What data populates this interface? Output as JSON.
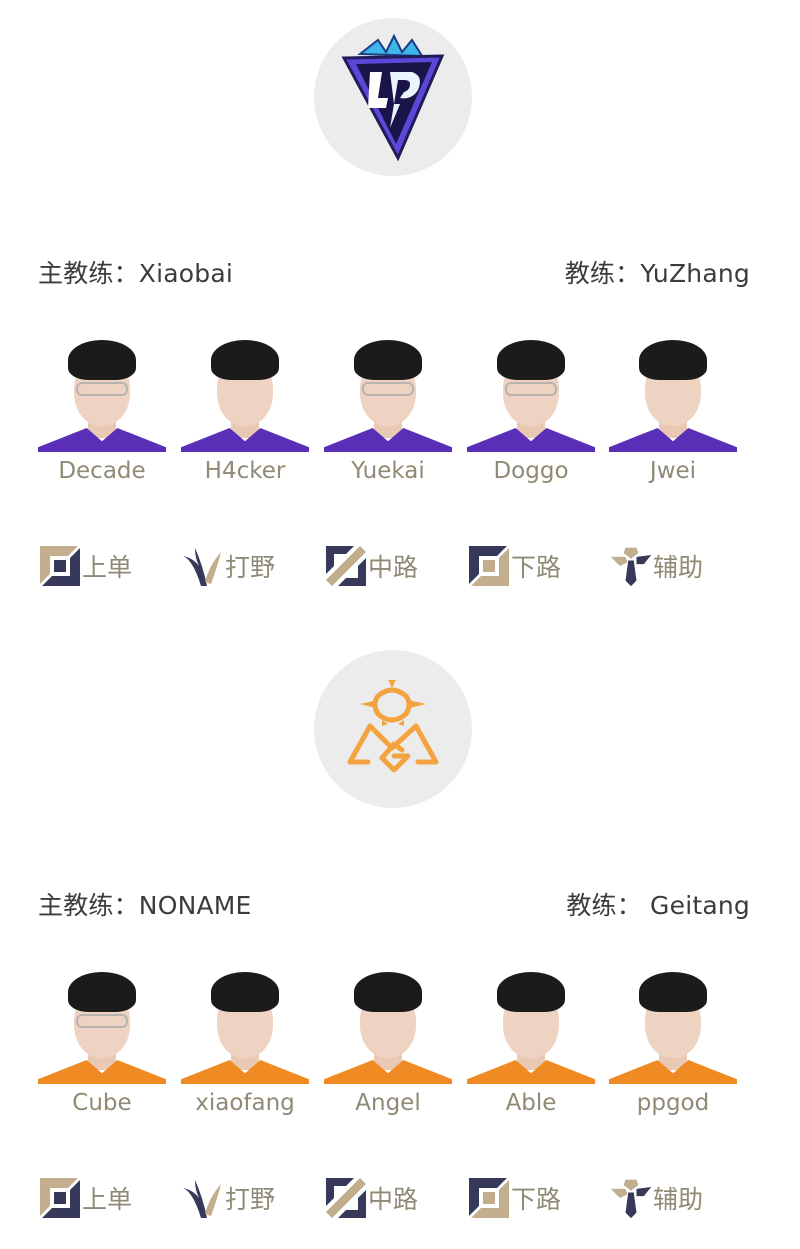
{
  "colors": {
    "role_navy": "#36395a",
    "role_tan": "#c2ad8d",
    "label_text": "#8f8a74",
    "coach_text": "#3c3c3c",
    "logo_bg": "#ececec"
  },
  "teams": [
    {
      "logo_icon": "up-team-logo-icon",
      "jersey_color": "#5a2fb8",
      "head_coach": "主教练：Xiaobai",
      "coach": "教练：YuZhang",
      "players": [
        {
          "name": "Decade",
          "glasses": true
        },
        {
          "name": "H4cker",
          "glasses": false
        },
        {
          "name": "Yuekai",
          "glasses": true
        },
        {
          "name": "Doggo",
          "glasses": true
        },
        {
          "name": "Jwei",
          "glasses": false
        }
      ],
      "roles": [
        {
          "icon": "top-lane-icon",
          "label": "上单"
        },
        {
          "icon": "jungle-icon",
          "label": "打野"
        },
        {
          "icon": "mid-lane-icon",
          "label": "中路"
        },
        {
          "icon": "bot-lane-icon",
          "label": "下路"
        },
        {
          "icon": "support-icon",
          "label": "辅助"
        }
      ]
    },
    {
      "logo_icon": "omg-team-logo-icon",
      "jersey_color": "#f08a22",
      "head_coach": "主教练：NONAME",
      "coach": "教练： Geitang",
      "players": [
        {
          "name": "Cube",
          "glasses": true
        },
        {
          "name": "xiaofang",
          "glasses": false
        },
        {
          "name": "Angel",
          "glasses": false
        },
        {
          "name": "Able",
          "glasses": false
        },
        {
          "name": "ppgod",
          "glasses": false
        }
      ],
      "roles": [
        {
          "icon": "top-lane-icon",
          "label": "上单"
        },
        {
          "icon": "jungle-icon",
          "label": "打野"
        },
        {
          "icon": "mid-lane-icon",
          "label": "中路"
        },
        {
          "icon": "bot-lane-icon",
          "label": "下路"
        },
        {
          "icon": "support-icon",
          "label": "辅助"
        }
      ]
    }
  ]
}
